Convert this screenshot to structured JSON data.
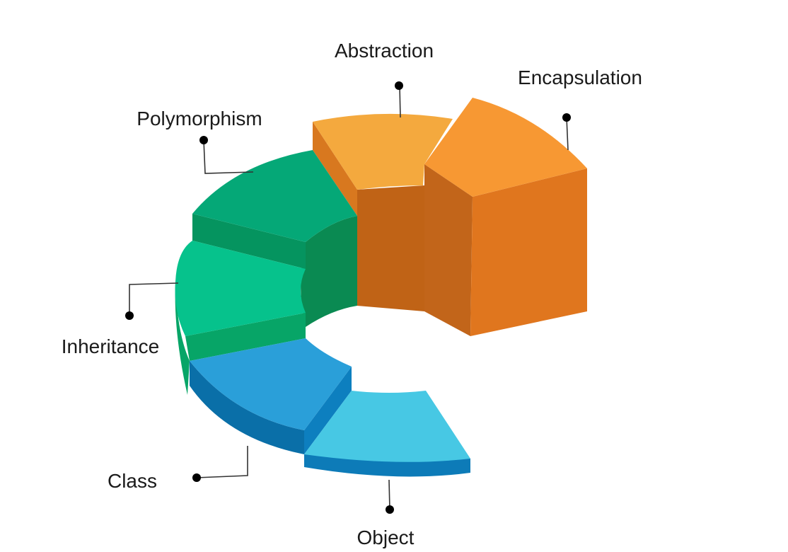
{
  "segments": [
    {
      "id": "abstraction",
      "label": "Abstraction",
      "colors": {
        "top": "#f4a93e",
        "front": "#c06316",
        "side": "#d8781f"
      }
    },
    {
      "id": "encapsulation",
      "label": "Encapsulation",
      "colors": {
        "top": "#f79833",
        "front": "#e0761e",
        "inner": "#c2651a",
        "side": "#b95e14"
      }
    },
    {
      "id": "polymorphism",
      "label": "Polymorphism",
      "colors": {
        "top": "#05a877",
        "front": "#05945f",
        "inner": "#0a8a52"
      }
    },
    {
      "id": "inheritance",
      "label": "Inheritance",
      "colors": {
        "top": "#06c28c",
        "front": "#07a567",
        "inner": "#0a8f55"
      }
    },
    {
      "id": "class",
      "label": "Class",
      "colors": {
        "top": "#2a9fd9",
        "front": "#0a6fa8",
        "side": "#0d7fbf"
      }
    },
    {
      "id": "object",
      "label": "Object",
      "colors": {
        "top": "#47c8e4",
        "front": "#0d7bb8"
      }
    }
  ]
}
